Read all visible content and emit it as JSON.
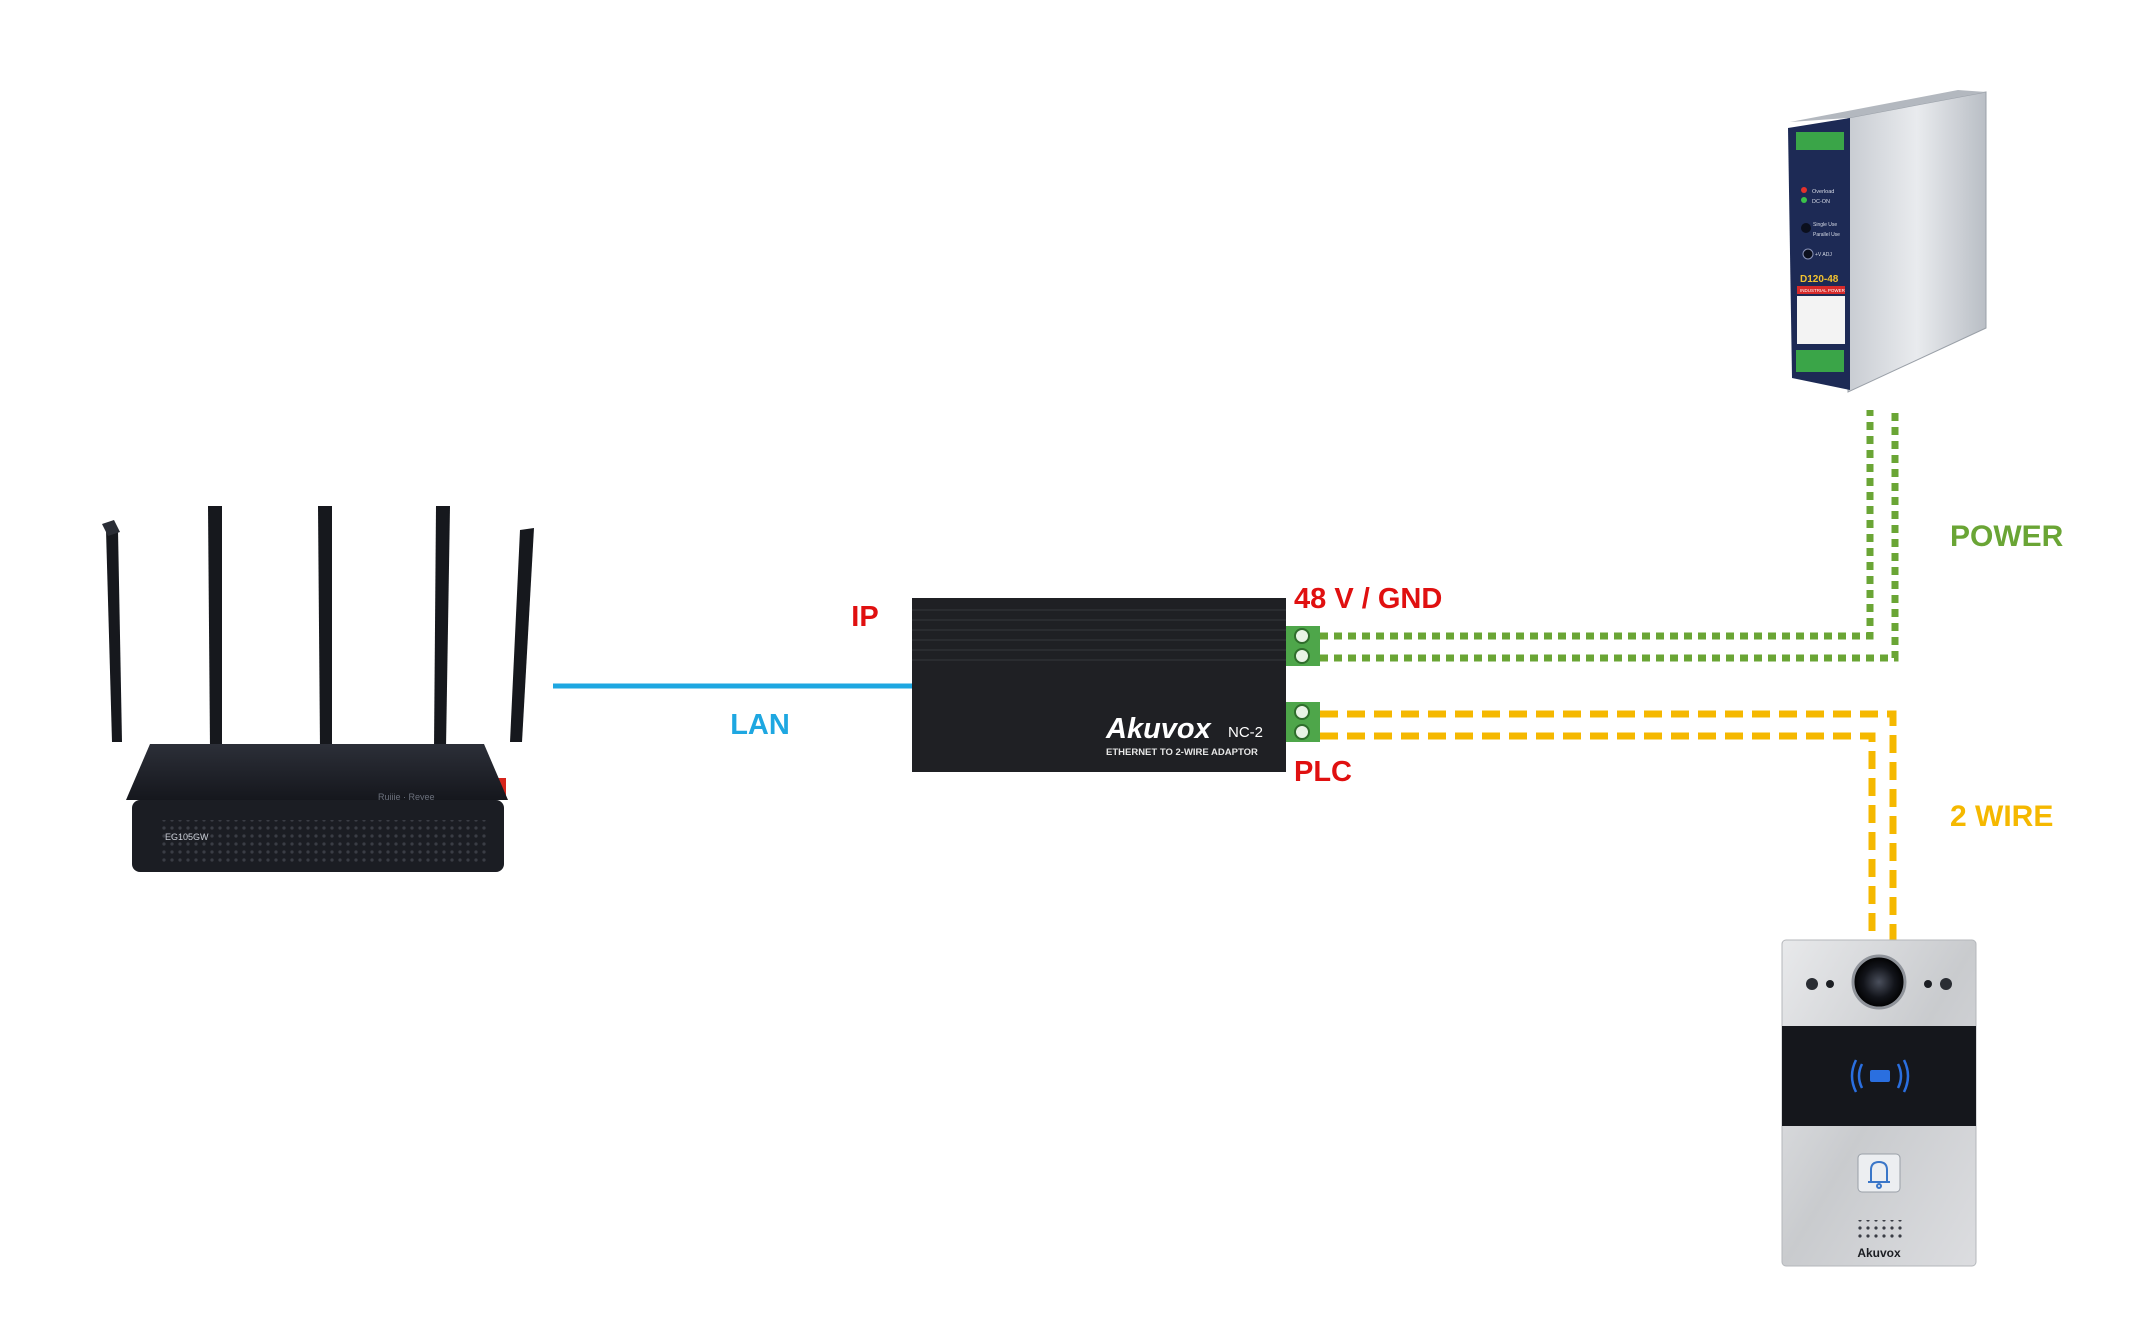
{
  "labels": {
    "ip": "IP",
    "lan": "LAN",
    "power_terminal": "48 V / GND",
    "plc": "PLC",
    "power": "POWER",
    "two_wire": "2 WIRE"
  },
  "router": {
    "front_badge": "EG105GW",
    "brand_text": "Ruijie · Reyee"
  },
  "adaptor": {
    "brand": "Akuvox",
    "model": "NC-2",
    "subtitle": "ETHERNET TO 2-WIRE ADAPTOR"
  },
  "psu": {
    "model": "D120-48",
    "led1": "Overload",
    "led2": "DC-ON",
    "sw1": "Single Use",
    "sw2": "Parallel Use",
    "adj": "+V ADJ",
    "strip": "INDUSTRIAL POWER"
  },
  "door_phone": {
    "brand": "Akuvox"
  },
  "colors": {
    "lan": "#1ea7e1",
    "power": "#6aa535",
    "two_wire": "#f5b800",
    "terminal_label": "#e01010"
  }
}
